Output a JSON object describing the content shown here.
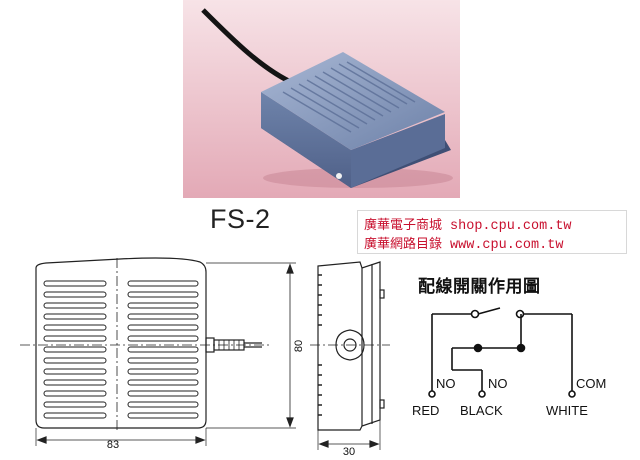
{
  "photo": {
    "model": "FS-2"
  },
  "banner": {
    "line1_text": "廣華電子商城",
    "line1_url": "shop.cpu.com.tw",
    "line2_text": "廣華網路目錄",
    "line2_url": "www.cpu.com.tw"
  },
  "wiring": {
    "title": "配線開關作用圖",
    "terminals": [
      {
        "contact": "NO",
        "wire": "RED"
      },
      {
        "contact": "NO",
        "wire": "BLACK"
      },
      {
        "contact": "COM",
        "wire": "WHITE"
      }
    ]
  },
  "dimensions": {
    "width": "83",
    "height": "80",
    "depth": "30"
  },
  "colors": {
    "pedal": "#7f93b8",
    "banner_text": "#c8102e",
    "photo_bg": "#e9b9c3"
  }
}
